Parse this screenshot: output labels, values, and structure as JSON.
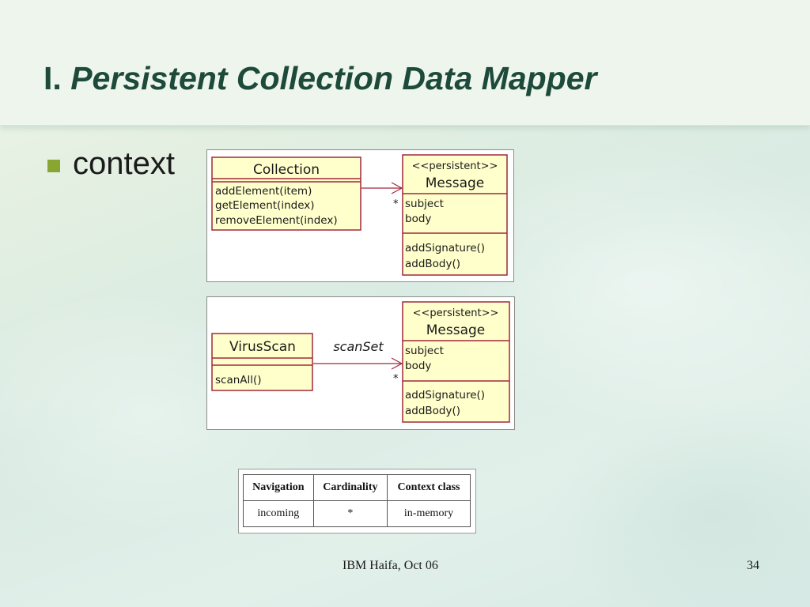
{
  "title": {
    "prefix": "I.",
    "main": "Persistent Collection Data Mapper"
  },
  "bullet": {
    "text": "context"
  },
  "diagram1": {
    "left_class": {
      "name": "Collection",
      "operations": [
        "addElement(item)",
        "getElement(index)",
        "removeElement(index)"
      ]
    },
    "right_class": {
      "stereotype": "<<persistent>>",
      "name": "Message",
      "attributes": [
        "subject",
        "body"
      ],
      "operations": [
        "addSignature()",
        "addBody()"
      ]
    },
    "multiplicity": "*"
  },
  "diagram2": {
    "left_class": {
      "name": "VirusScan",
      "operations": [
        "scanAll()"
      ]
    },
    "association_label": "scanSet",
    "right_class": {
      "stereotype": "<<persistent>>",
      "name": "Message",
      "attributes": [
        "subject",
        "body"
      ],
      "operations": [
        "addSignature()",
        "addBody()"
      ]
    },
    "multiplicity": "*"
  },
  "table": {
    "headers": [
      "Navigation",
      "Cardinality",
      "Context class"
    ],
    "rows": [
      [
        "incoming",
        "*",
        "in-memory"
      ]
    ]
  },
  "footer": {
    "center": "IBM Haifa, Oct 06",
    "page": "34"
  },
  "colors": {
    "title": "#1d4a3a",
    "bullet": "#8aa632",
    "uml_fill": "#ffffcc",
    "uml_border": "#a0283c"
  }
}
